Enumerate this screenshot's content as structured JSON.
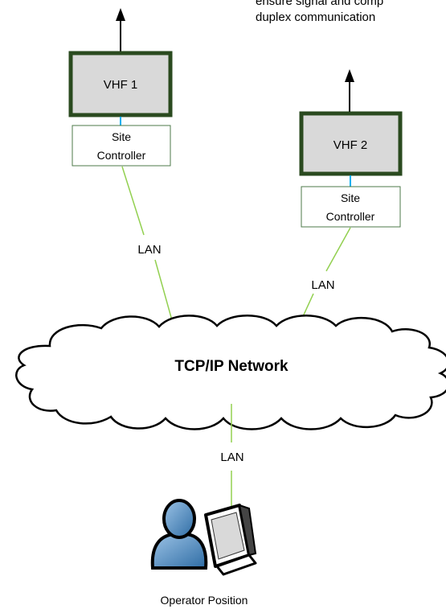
{
  "top_note": {
    "line1": "ensure signal and comp",
    "line2": "duplex communication"
  },
  "radios": [
    {
      "label": "VHF 1",
      "controller_line1": "Site",
      "controller_line2": "Controller"
    },
    {
      "label": "VHF 2",
      "controller_line1": "Site",
      "controller_line2": "Controller"
    }
  ],
  "links": {
    "vhf1_lan": "LAN",
    "vhf2_lan": "LAN",
    "operator_lan": "LAN"
  },
  "network": {
    "label": "TCP/IP Network"
  },
  "operator": {
    "label": "Operator Position"
  },
  "colors": {
    "radio_border": "#2a4a1f",
    "radio_fill": "#d9d9d9",
    "controller_border": "#4d7a4a",
    "lan_line": "#92d050",
    "controller_link": "#00b0f0"
  }
}
